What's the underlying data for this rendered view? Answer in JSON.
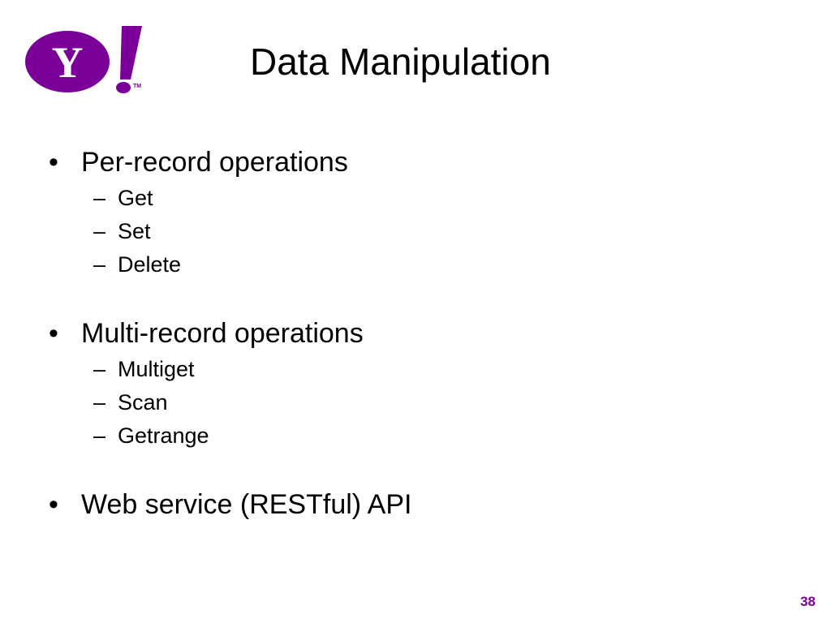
{
  "colors": {
    "brand": "#7b0099",
    "text": "#000000",
    "background": "#ffffff"
  },
  "logo": {
    "letter": "Y",
    "exclamation": "!",
    "trademark": "TM"
  },
  "slide": {
    "title": "Data Manipulation",
    "page_number": "38",
    "bullet_mark": "•",
    "sub_mark": "–",
    "groups": [
      {
        "label": "Per-record operations",
        "items": [
          "Get",
          "Set",
          "Delete"
        ]
      },
      {
        "label": "Multi-record operations",
        "items": [
          "Multiget",
          "Scan",
          "Getrange"
        ]
      },
      {
        "label": "Web service (RESTful) API",
        "items": []
      }
    ]
  }
}
